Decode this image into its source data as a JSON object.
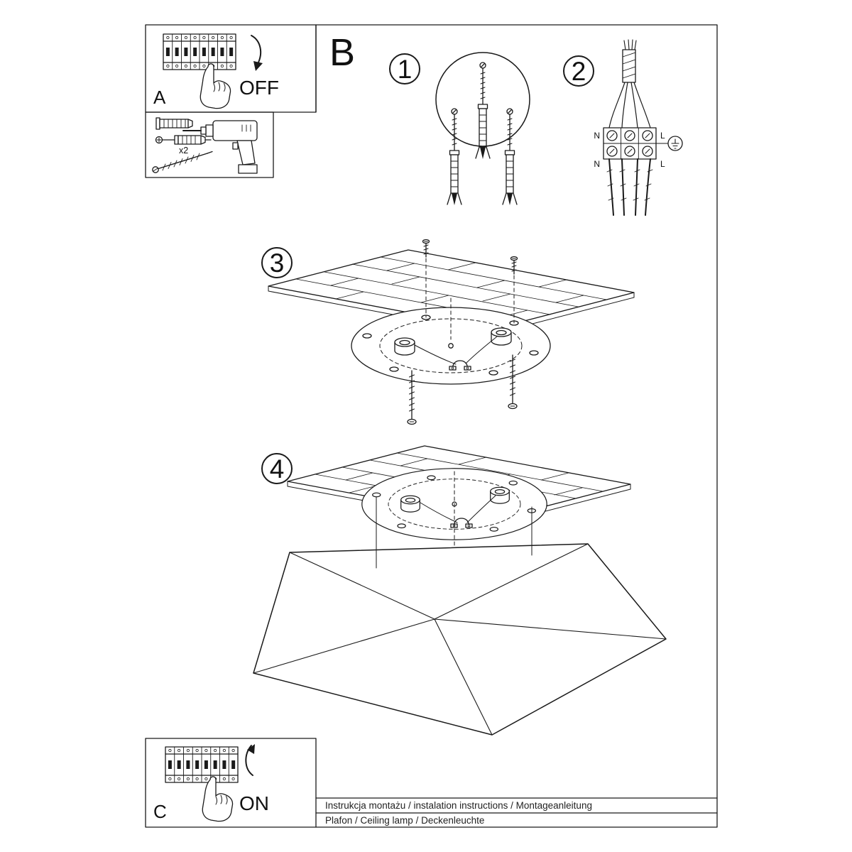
{
  "document": {
    "footer_line1": "Instrukcja montażu / instalation instructions / Montageanleitung",
    "footer_line2": "Plafon / Ceiling lamp / Deckenleuchte"
  },
  "sections": {
    "a_label": "A",
    "b_label": "B",
    "c_label": "C"
  },
  "power": {
    "off_label": "OFF",
    "on_label": "ON"
  },
  "tools": {
    "dowel_quantity": "x2"
  },
  "steps": {
    "step1": "1",
    "step2": "2",
    "step3": "3",
    "step4": "4"
  },
  "wiring": {
    "terminal_top_left": "N",
    "terminal_top_right": "L",
    "terminal_bottom_left": "N",
    "terminal_bottom_right": "L"
  },
  "colors": {
    "line": "#1a1a1a",
    "background": "#ffffff"
  }
}
